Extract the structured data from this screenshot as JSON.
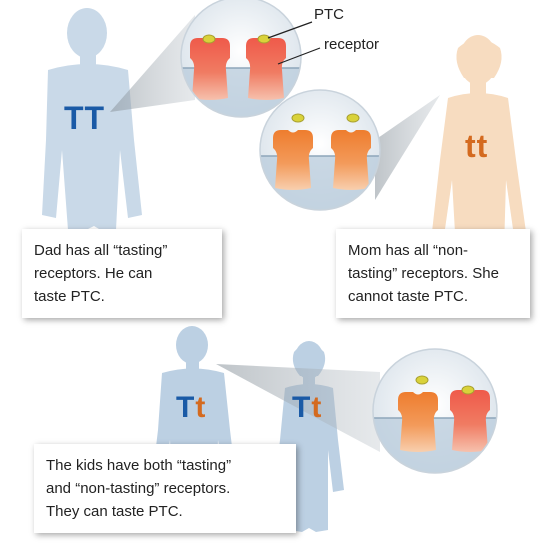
{
  "colors": {
    "dominant_allele": "#1a5aa6",
    "recessive_allele": "#d46a1f",
    "dad_figure": "#c9d9e8",
    "mom_figure": "#f7dcc0",
    "kid_figure": "#bcd0e3",
    "tasting_receptor": "#ef6a5a",
    "non_tasting_receptor": "#f08a3c",
    "ptc_molecule": "#d9d23a",
    "membrane": "#b9ccdc"
  },
  "labels": {
    "ptc": "PTC",
    "receptor": "receptor"
  },
  "dad": {
    "allele_1": "T",
    "allele_2": "T",
    "caption_lines": [
      "Dad has all “tasting”",
      "receptors. He can",
      "taste PTC."
    ]
  },
  "mom": {
    "allele_1": "t",
    "allele_2": "t",
    "caption_lines": [
      "Mom has all “non-",
      "tasting” receptors. She",
      "cannot  taste  PTC."
    ]
  },
  "kid_1": {
    "allele_1": "T",
    "allele_2": "t"
  },
  "kid_2": {
    "allele_1": "T",
    "allele_2": "t"
  },
  "kids": {
    "caption_lines": [
      "The kids have both “tasting”",
      "and “non-tasting” receptors.",
      "They can taste  PTC."
    ]
  }
}
